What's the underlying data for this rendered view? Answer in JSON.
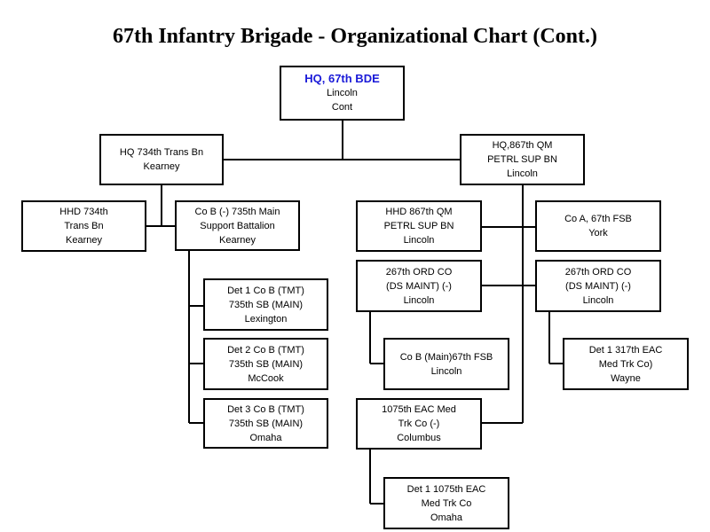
{
  "title": "67th Infantry Brigade - Organizational Chart (Cont.)",
  "units": {
    "hq_bde": [
      "HQ, 67th BDE",
      "Lincoln",
      "Cont"
    ],
    "hq_734": [
      "HQ 734th Trans Bn",
      "Kearney"
    ],
    "hq_867": [
      "HQ,867th QM",
      "PETRL SUP BN",
      "Lincoln"
    ],
    "hhd_734": [
      "HHD 734th",
      "Trans Bn",
      "Kearney"
    ],
    "co_b_735": [
      "Co B (-) 735th Main",
      "Support Battalion",
      "Kearney"
    ],
    "det1_co_b": [
      "Det 1 Co B (TMT)",
      "735th SB (MAIN)",
      "Lexington"
    ],
    "det2_co_b": [
      "Det 2 Co B (TMT)",
      "735th SB (MAIN)",
      "McCook"
    ],
    "det3_co_b": [
      "Det 3 Co B (TMT)",
      "735th SB (MAIN)",
      "Omaha"
    ],
    "hhd_867": [
      "HHD 867th QM",
      "PETRL SUP BN",
      "Lincoln"
    ],
    "co_a_67fsb": [
      "Co A, 67th FSB",
      "York"
    ],
    "ord_267_left": [
      "267th ORD CO",
      "(DS MAINT) (-)",
      "Lincoln"
    ],
    "ord_267_right": [
      "267th ORD CO",
      "(DS MAINT) (-)",
      "Lincoln"
    ],
    "co_b_main_67fsb": [
      "Co B (Main)67th FSB",
      "Lincoln"
    ],
    "det1_317_eac": [
      "Det 1 317th EAC",
      "Med Trk Co)",
      "Wayne"
    ],
    "eac_1075": [
      "1075th EAC Med",
      "Trk Co (-)",
      "Columbus"
    ],
    "det1_1075": [
      "Det 1 1075th EAC",
      "Med Trk Co",
      "Omaha"
    ]
  }
}
